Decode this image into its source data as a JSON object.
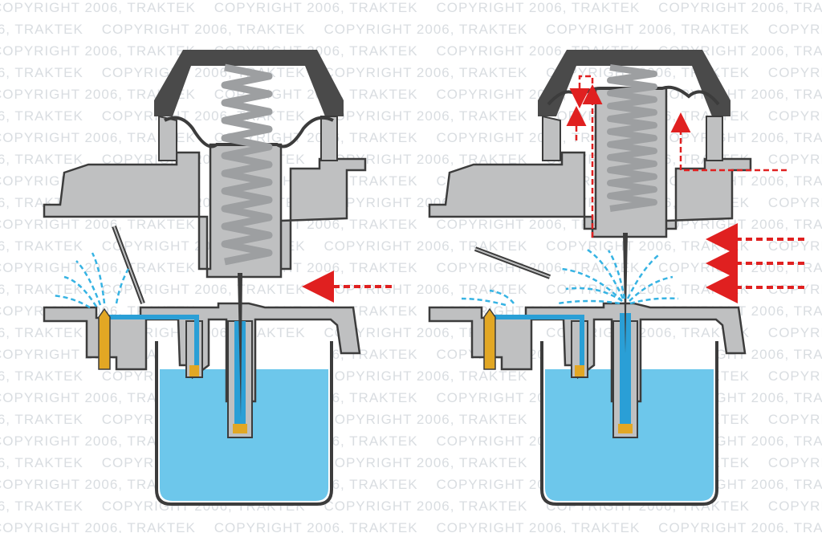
{
  "watermark": {
    "text": "COPYRIGHT 2006, TRAKTEK"
  },
  "colors": {
    "body_gray": "#bfc0c1",
    "outline": "#3c3c3c",
    "cap": "#4a4a4a",
    "fuel": "#6dc7eb",
    "fuel_passage": "#2a9fd6",
    "spray": "#36b3e3",
    "jet_brass": "#e2a724",
    "airflow_arrow": "#e02020",
    "spring": "#9d9fa1"
  },
  "panels": [
    {
      "state": "throttle-closed",
      "airflow_arrows": 1,
      "spring_compressed": false
    },
    {
      "state": "throttle-open",
      "airflow_arrows": 3,
      "spring_compressed": true
    }
  ]
}
